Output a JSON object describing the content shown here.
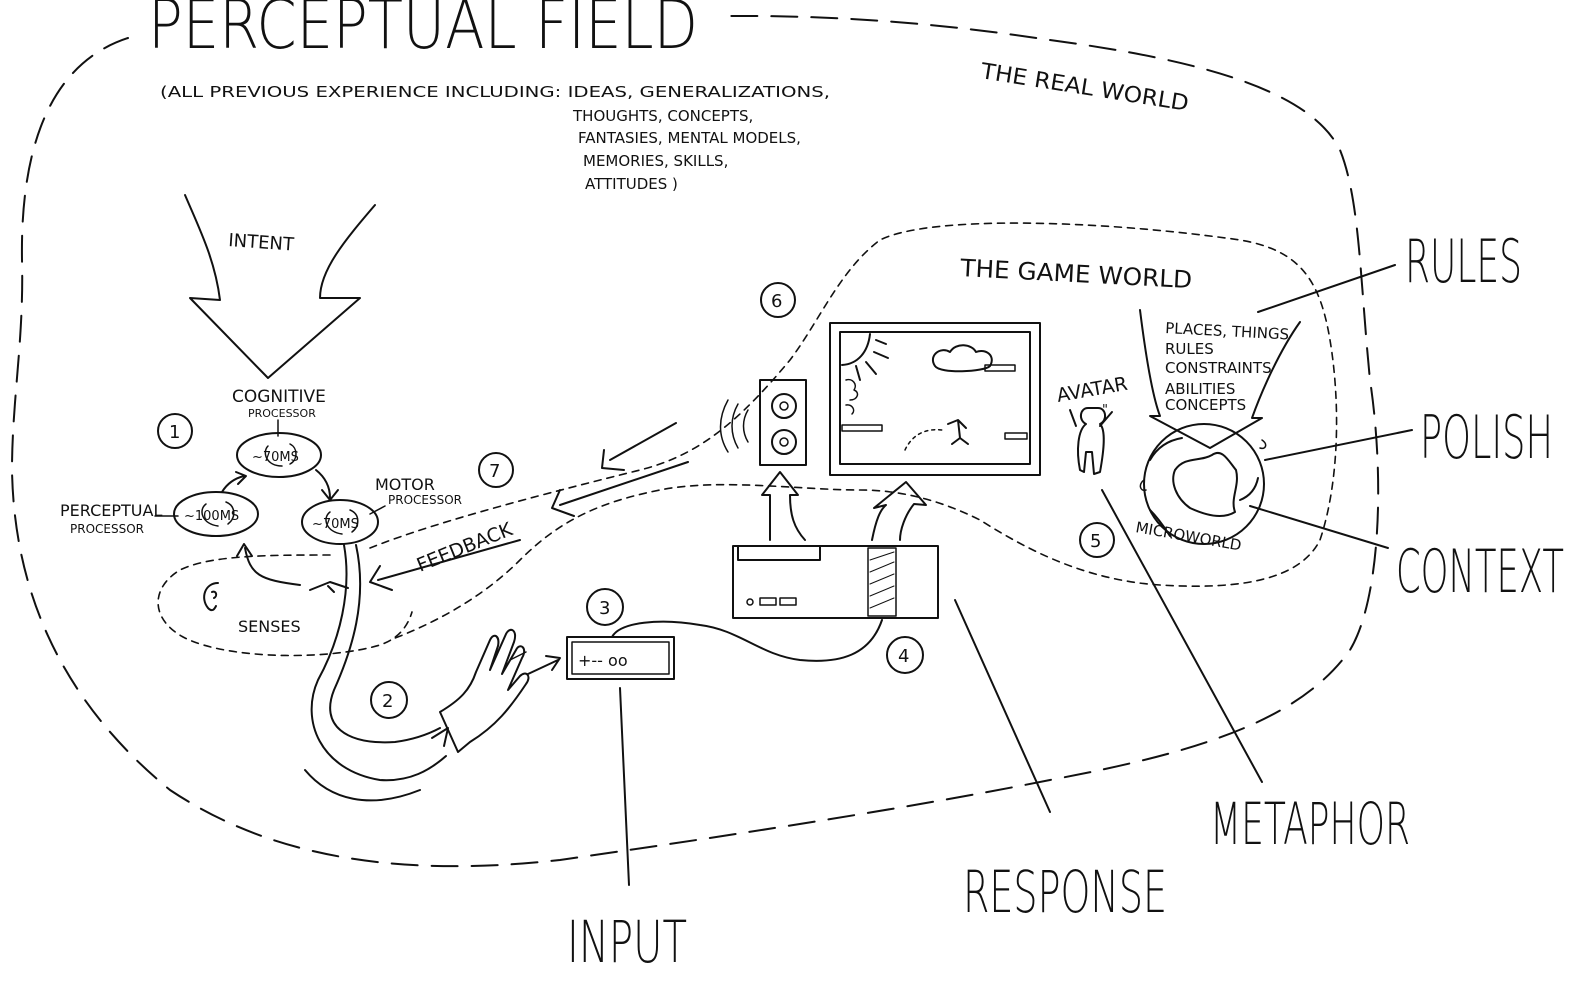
{
  "title": "PERCEPTUAL FIELD",
  "real_world_label": "THE REAL WORLD",
  "experience_note": {
    "line1": "(ALL PREVIOUS EXPERIENCE INCLUDING: IDEAS, GENERALIZATIONS,",
    "line2": "THOUGHTS, CONCEPTS,",
    "line3": "FANTASIES, MENTAL MODELS,",
    "line4": "MEMORIES, SKILLS,",
    "line5": "ATTITUDES )"
  },
  "intent_label": "INTENT",
  "processors": {
    "cognitive_line1": "COGNITIVE",
    "cognitive_line2": "PROCESSOR",
    "cognitive_time": "~70MS",
    "perceptual_line1": "PERCEPTUAL",
    "perceptual_line2": "PROCESSOR",
    "perceptual_time": "~100MS",
    "motor_line1": "MOTOR",
    "motor_line2": "PROCESSOR",
    "motor_time": "~70MS"
  },
  "senses_label": "SENSES",
  "feedback_label": "FEEDBACK",
  "game_world_label": "THE GAME WORLD",
  "game_world_list": {
    "line1": "PLACES, THINGS",
    "line2": "RULES",
    "line3": "CONSTRAINTS",
    "line4": "ABILITIES",
    "line5": "CONCEPTS"
  },
  "avatar_label": "AVATAR",
  "microworld_label": "MICROWORLD",
  "numbers": {
    "n1": "1",
    "n2": "2",
    "n3": "3",
    "n4": "4",
    "n5": "5",
    "n6": "6",
    "n7": "7"
  },
  "callouts": {
    "rules": "RULES",
    "polish": "POLISH",
    "context": "CONTEXT",
    "metaphor": "METAPHOR",
    "response": "RESPONSE",
    "input": "INPUT"
  },
  "controller_glyphs": "+-- oo"
}
